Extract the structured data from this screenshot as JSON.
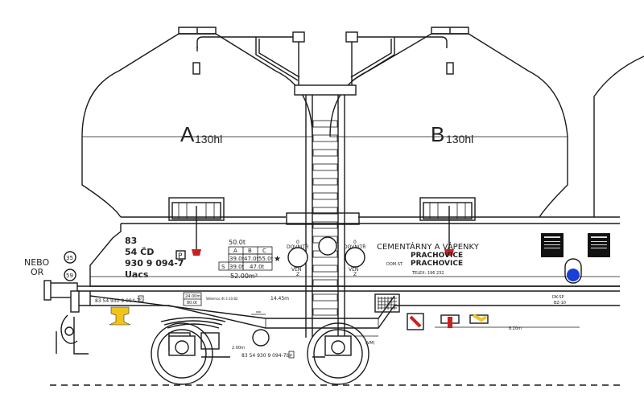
{
  "hoppers": [
    {
      "letter": "A",
      "volume": "130hl"
    },
    {
      "letter": "B",
      "volume": "130hl"
    }
  ],
  "nebo": {
    "line1": "NEBO",
    "line2": "OR",
    "circle1": "35",
    "circle2": "59"
  },
  "wagon": {
    "line1": "83",
    "line2": "54 ČD",
    "line3": "930 9 094-7",
    "line4": "Uacs",
    "p_badge": "P"
  },
  "load_table": {
    "top": "50.0t",
    "headers": [
      "A",
      "B",
      "C"
    ],
    "row1": [
      "39.0t",
      "47.0t",
      "55.0t"
    ],
    "row2_label": "S",
    "row2": [
      "39.0t",
      "47.0t"
    ],
    "star": "★",
    "bottom": "52.00m³"
  },
  "valve_left": {
    "top": "0",
    "label_top": "DOVNITŘ",
    "label_bottom": "VEN",
    "bottom": "Z"
  },
  "valve_right": {
    "top": "0",
    "label_top": "DOVNITŘ",
    "label_bottom": "VEN",
    "bottom": "Z"
  },
  "company": {
    "line1": "CEMENTÁRNY A VÁPENKY",
    "line2": "PRACHOVICE",
    "dom_label": "DOM.ST.",
    "line3": "PRACHOVICE",
    "telex": "TELEX:   196   232"
  },
  "frame": {
    "number": "83 54 930 9 094-7",
    "number_p": "P",
    "small_box_top": "24.00m",
    "small_box_bottom": "80.0t",
    "small_note": "Wdemco 4t 3.10.82",
    "length_center": "14.45m",
    "dk": "DK-SP",
    "dk2": "BZ-10",
    "right_dim": "8.20m",
    "left_dim": "2.00m",
    "bogie_number": "83 54 930 9 094-7b",
    "bogie_p": "P",
    "brake_tag": "(VM)"
  },
  "colors": {
    "red": "#cc1f1f",
    "yellow": "#f0c419",
    "blue": "#1a3fd6"
  }
}
